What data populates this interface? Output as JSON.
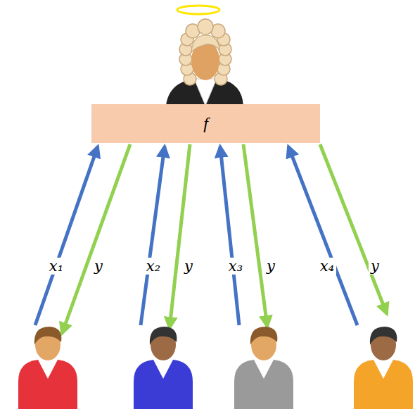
{
  "diagram": {
    "nodes": [
      {
        "text": [
          "f"
        ]
      }
    ],
    "labels": [
      "x₁",
      "y",
      "x₂",
      "y",
      "x₃",
      "y",
      "x₄",
      "y"
    ]
  }
}
